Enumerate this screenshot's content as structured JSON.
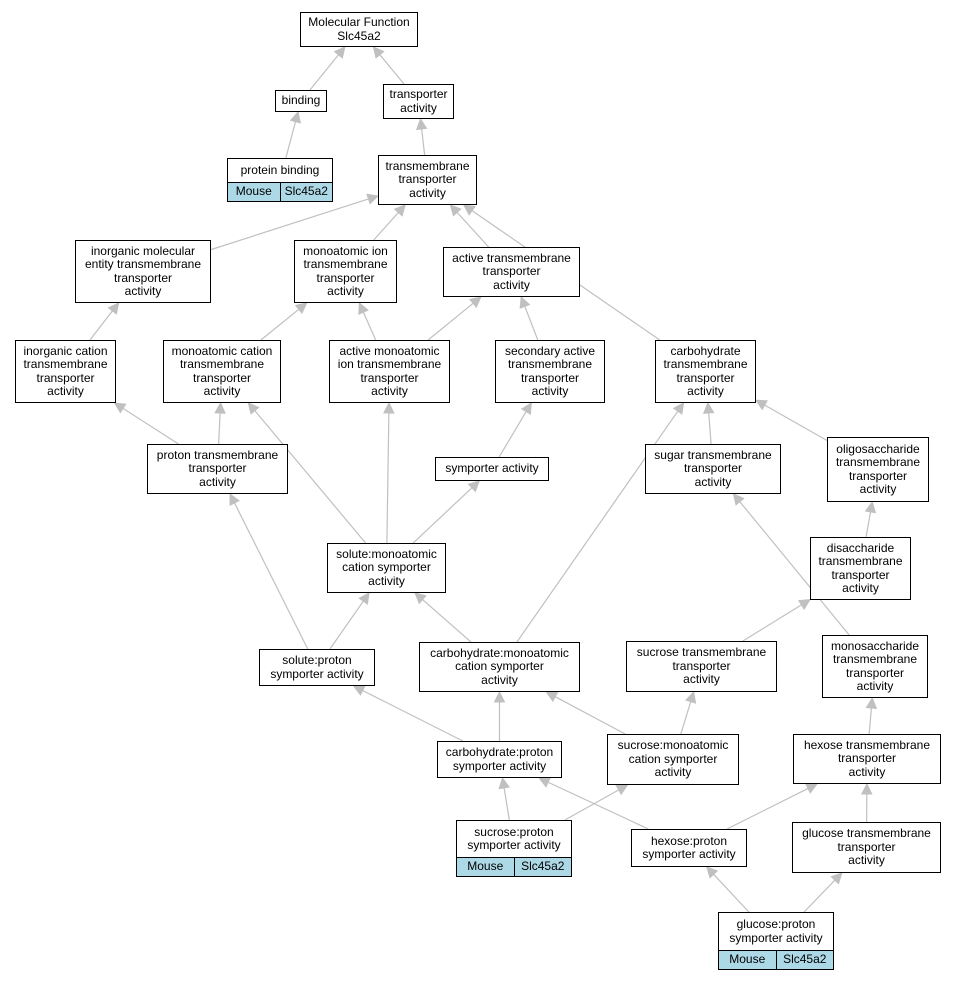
{
  "graph": {
    "root": "Molecular Function\nSlc45a2",
    "nodes": {
      "n_root": "Molecular Function\nSlc45a2",
      "n_binding": "binding",
      "n_transporter": "transporter\nactivity",
      "n_protein_binding": "protein binding",
      "n_tm_transporter": "transmembrane\ntransporter\nactivity",
      "n_inorganic_mol": "inorganic molecular\nentity transmembrane\ntransporter\nactivity",
      "n_monoatomic_ion": "monoatomic ion\ntransmembrane\ntransporter\nactivity",
      "n_active_tm": "active transmembrane\ntransporter\nactivity",
      "n_inorganic_cation": "inorganic cation\ntransmembrane\ntransporter\nactivity",
      "n_monoatomic_cation": "monoatomic cation\ntransmembrane\ntransporter\nactivity",
      "n_active_monoatomic": "active monoatomic\nion transmembrane\ntransporter\nactivity",
      "n_secondary_active": "secondary active\ntransmembrane\ntransporter\nactivity",
      "n_carbohydrate_tm": "carbohydrate\ntransmembrane\ntransporter\nactivity",
      "n_proton_tm": "proton transmembrane\ntransporter\nactivity",
      "n_symporter": "symporter activity",
      "n_sugar_tm": "sugar transmembrane\ntransporter\nactivity",
      "n_oligosaccharide": "oligosaccharide\ntransmembrane\ntransporter\nactivity",
      "n_solute_monoatomic": "solute:monoatomic\ncation symporter\nactivity",
      "n_disaccharide": "disaccharide\ntransmembrane\ntransporter\nactivity",
      "n_solute_proton": "solute:proton\nsymporter activity",
      "n_carb_monoatomic": "carbohydrate:monoatomic\ncation symporter\nactivity",
      "n_sucrose_tm": "sucrose transmembrane\ntransporter\nactivity",
      "n_monosaccharide": "monosaccharide\ntransmembrane\ntransporter\nactivity",
      "n_carb_proton": "carbohydrate:proton\nsymporter activity",
      "n_sucrose_monoatomic": "sucrose:monoatomic\ncation symporter\nactivity",
      "n_hexose_tm": "hexose transmembrane\ntransporter\nactivity",
      "n_sucrose_proton": "sucrose:proton\nsymporter activity",
      "n_hexose_proton": "hexose:proton\nsymporter activity",
      "n_glucose_tm": "glucose transmembrane\ntransporter\nactivity",
      "n_glucose_proton": "glucose:proton\nsymporter activity"
    },
    "annotations": {
      "n_protein_binding": {
        "organism": "Mouse",
        "gene": "Slc45a2"
      },
      "n_sucrose_proton": {
        "organism": "Mouse",
        "gene": "Slc45a2"
      },
      "n_glucose_proton": {
        "organism": "Mouse",
        "gene": "Slc45a2"
      }
    },
    "edges": [
      [
        "n_binding",
        "n_root"
      ],
      [
        "n_transporter",
        "n_root"
      ],
      [
        "n_protein_binding",
        "n_binding"
      ],
      [
        "n_tm_transporter",
        "n_transporter"
      ],
      [
        "n_inorganic_mol",
        "n_tm_transporter"
      ],
      [
        "n_monoatomic_ion",
        "n_tm_transporter"
      ],
      [
        "n_active_tm",
        "n_tm_transporter"
      ],
      [
        "n_carbohydrate_tm",
        "n_tm_transporter"
      ],
      [
        "n_inorganic_cation",
        "n_inorganic_mol"
      ],
      [
        "n_monoatomic_cation",
        "n_monoatomic_ion"
      ],
      [
        "n_active_monoatomic",
        "n_monoatomic_ion"
      ],
      [
        "n_active_monoatomic",
        "n_active_tm"
      ],
      [
        "n_secondary_active",
        "n_active_tm"
      ],
      [
        "n_proton_tm",
        "n_inorganic_cation"
      ],
      [
        "n_proton_tm",
        "n_monoatomic_cation"
      ],
      [
        "n_symporter",
        "n_secondary_active"
      ],
      [
        "n_sugar_tm",
        "n_carbohydrate_tm"
      ],
      [
        "n_oligosaccharide",
        "n_carbohydrate_tm"
      ],
      [
        "n_solute_monoatomic",
        "n_monoatomic_cation"
      ],
      [
        "n_solute_monoatomic",
        "n_active_monoatomic"
      ],
      [
        "n_solute_monoatomic",
        "n_symporter"
      ],
      [
        "n_disaccharide",
        "n_oligosaccharide"
      ],
      [
        "n_solute_proton",
        "n_proton_tm"
      ],
      [
        "n_solute_proton",
        "n_solute_monoatomic"
      ],
      [
        "n_carb_monoatomic",
        "n_solute_monoatomic"
      ],
      [
        "n_carb_monoatomic",
        "n_carbohydrate_tm"
      ],
      [
        "n_sucrose_tm",
        "n_disaccharide"
      ],
      [
        "n_monosaccharide",
        "n_sugar_tm"
      ],
      [
        "n_carb_proton",
        "n_solute_proton"
      ],
      [
        "n_carb_proton",
        "n_carb_monoatomic"
      ],
      [
        "n_sucrose_monoatomic",
        "n_carb_monoatomic"
      ],
      [
        "n_sucrose_monoatomic",
        "n_sucrose_tm"
      ],
      [
        "n_hexose_tm",
        "n_monosaccharide"
      ],
      [
        "n_sucrose_proton",
        "n_carb_proton"
      ],
      [
        "n_sucrose_proton",
        "n_sucrose_monoatomic"
      ],
      [
        "n_hexose_proton",
        "n_carb_proton"
      ],
      [
        "n_hexose_proton",
        "n_hexose_tm"
      ],
      [
        "n_glucose_tm",
        "n_hexose_tm"
      ],
      [
        "n_glucose_proton",
        "n_hexose_proton"
      ],
      [
        "n_glucose_proton",
        "n_glucose_tm"
      ]
    ],
    "colors": {
      "edge": "#c0c0c0",
      "node_border": "#000000",
      "annotation_fill": "#add8e6"
    }
  }
}
